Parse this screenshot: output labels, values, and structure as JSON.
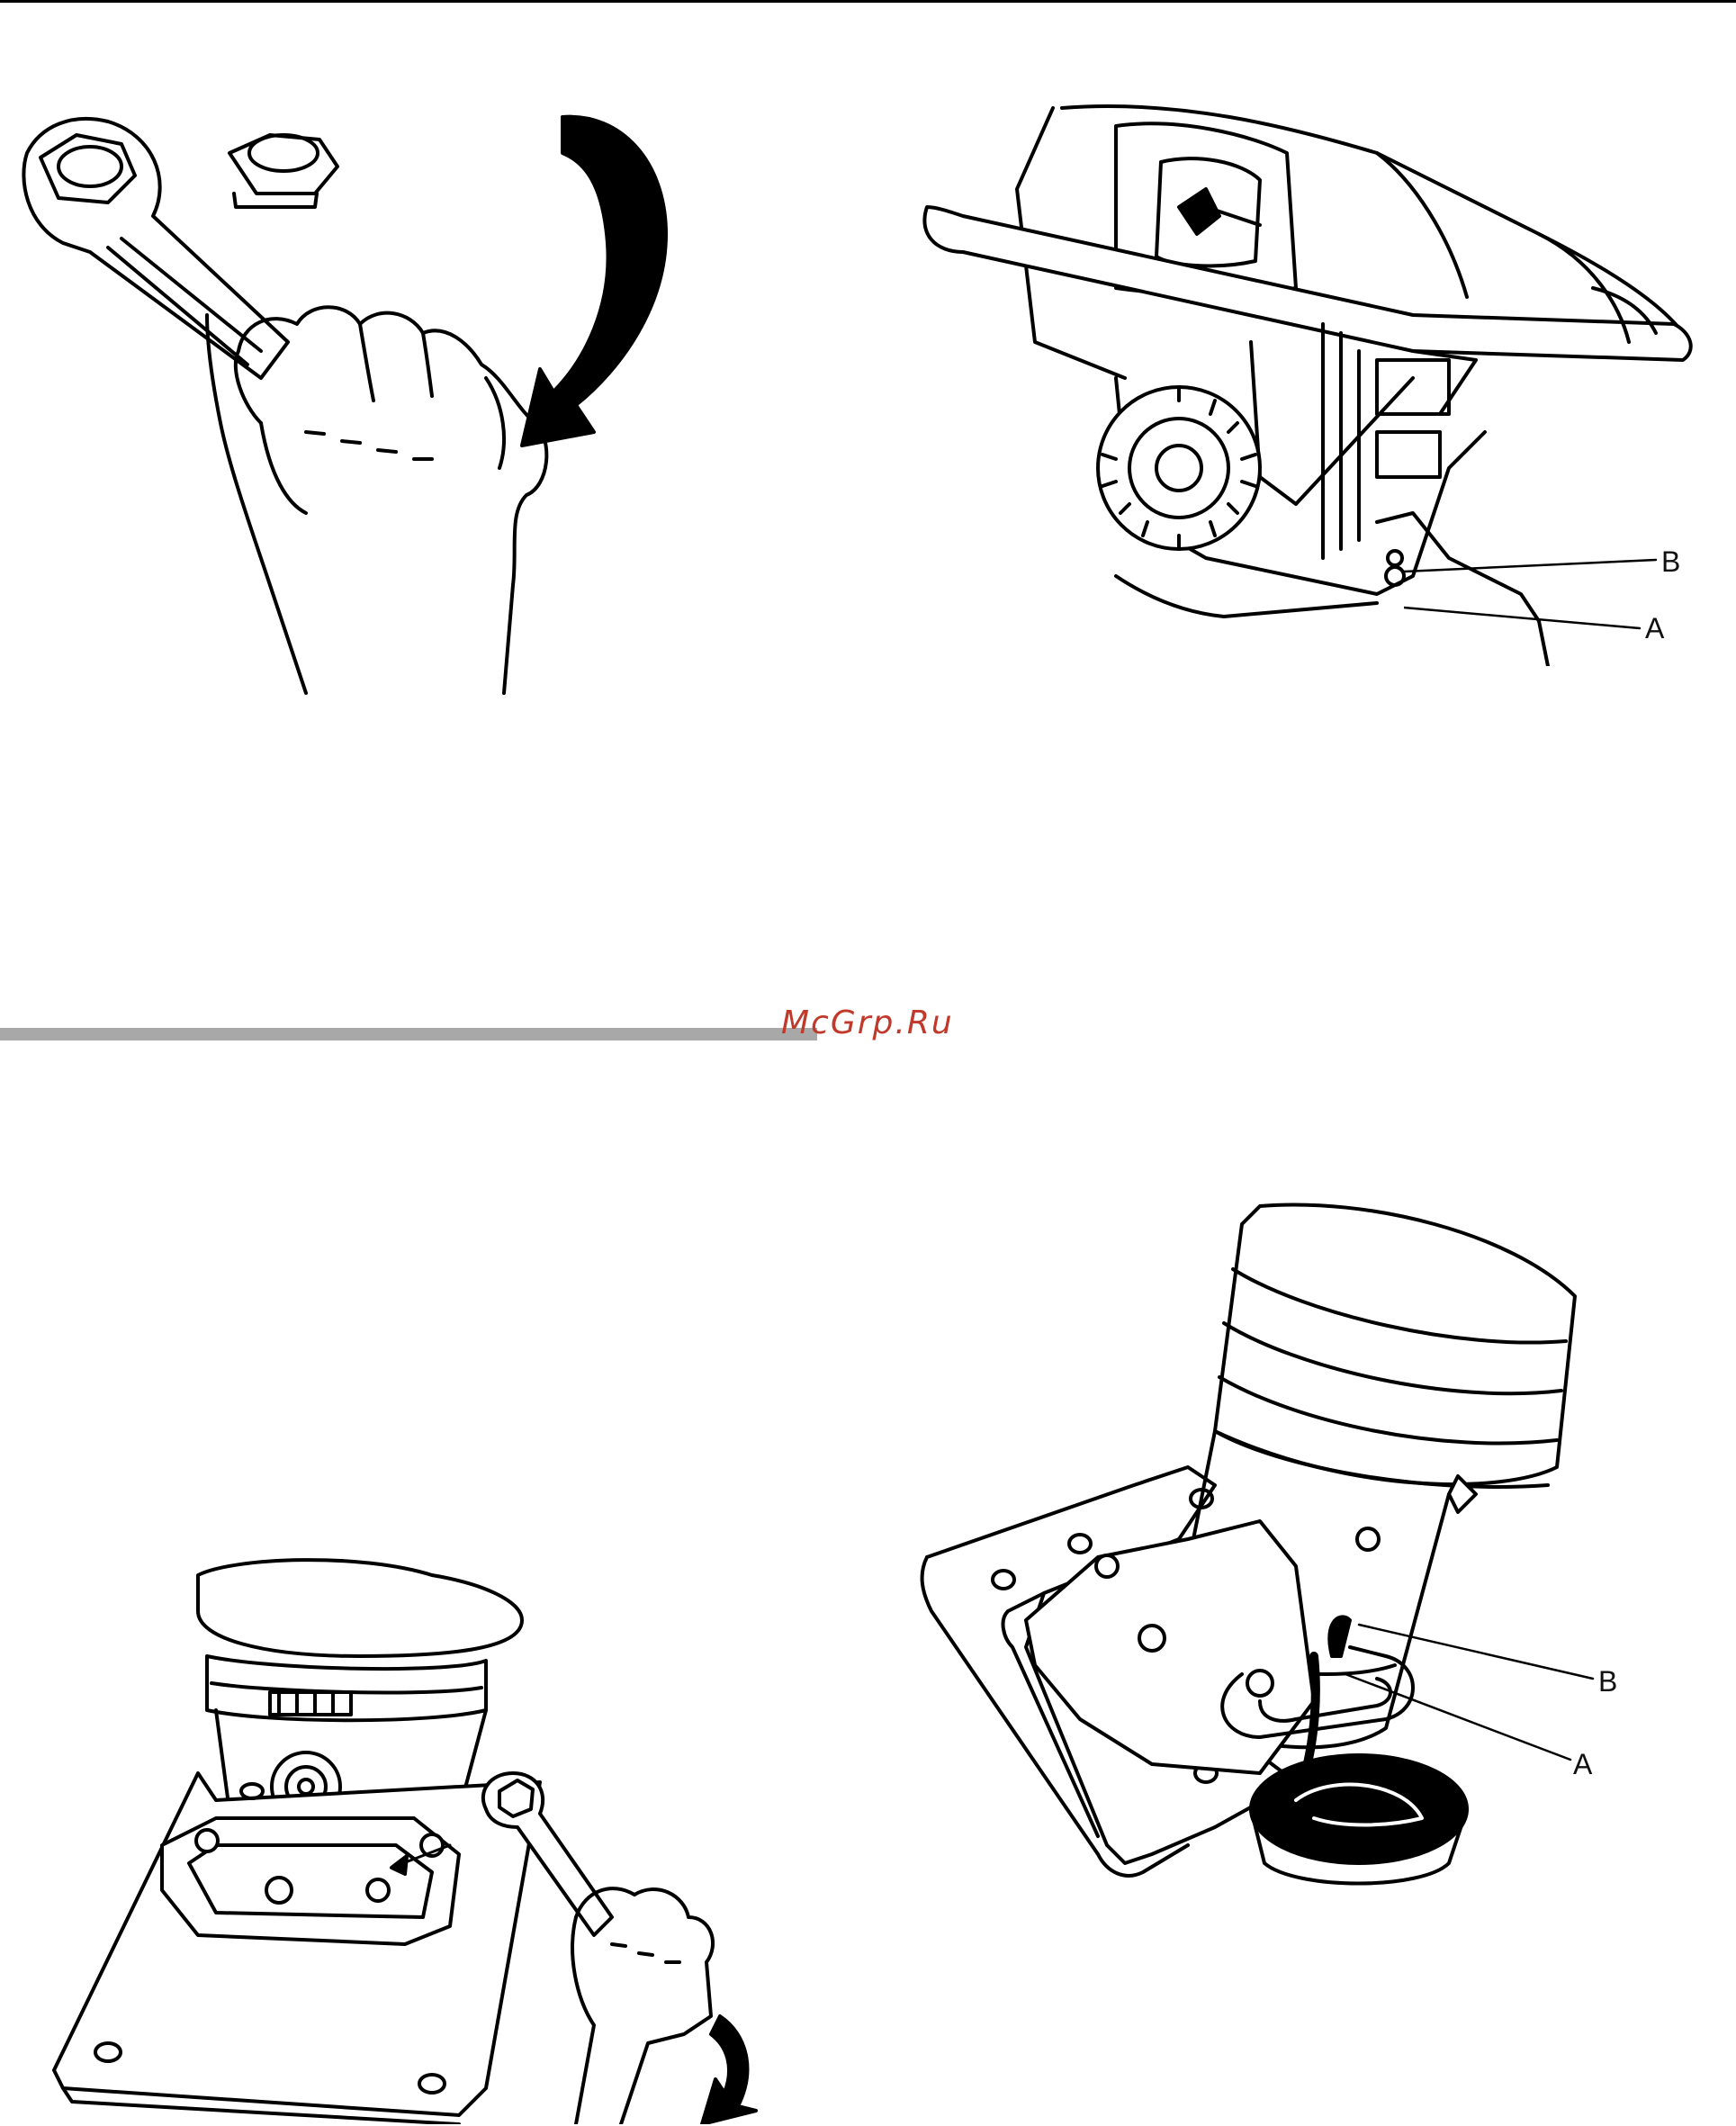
{
  "watermark": {
    "text": "McGrp.Ru",
    "color": "#c0392b"
  },
  "figures": [
    {
      "name": "wrench-loosening-nut",
      "callouts": []
    },
    {
      "name": "rammer-engine-view",
      "callouts": [
        "B",
        "A"
      ]
    },
    {
      "name": "wrench-on-foot-bolts",
      "callouts": []
    },
    {
      "name": "oil-draining-into-pan",
      "callouts": [
        "B",
        "A"
      ]
    }
  ],
  "colors": {
    "line": "#000000",
    "rule": "#a8a8a8"
  }
}
